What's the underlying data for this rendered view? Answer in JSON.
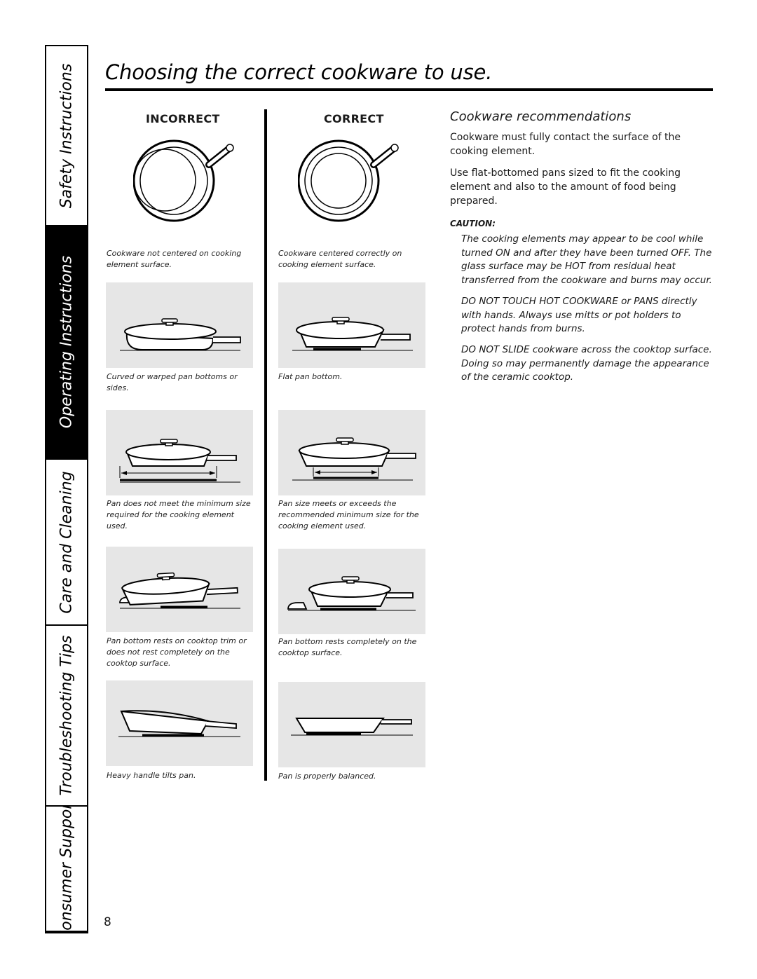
{
  "side_tabs": [
    {
      "label": "Consumer Support",
      "active": false
    },
    {
      "label": "Troubleshooting Tips",
      "active": false
    },
    {
      "label": "Care and Cleaning",
      "active": false
    },
    {
      "label": "Operating Instructions",
      "active": true
    },
    {
      "label": "Safety Instructions",
      "active": false
    }
  ],
  "title": "Choosing the correct cookware to use.",
  "columns": {
    "incorrect": "INCORRECT",
    "correct": "CORRECT"
  },
  "captions": {
    "top_incorrect": "Cookware not centered on cooking element surface.",
    "top_correct": "Cookware centered correctly on cooking element surface.",
    "row1_incorrect": "Curved or warped pan bottoms or sides.",
    "row1_correct": "Flat pan bottom.",
    "row2_incorrect": "Pan does not meet the minimum size required for the cooking element used.",
    "row2_correct": "Pan size meets or exceeds the recommended minimum size for the cooking element used.",
    "row3_incorrect": "Pan bottom rests on cooktop trim or does not rest completely on the cooktop surface.",
    "row3_correct": "Pan bottom rests completely on the cooktop surface.",
    "row4_incorrect": "Heavy handle tilts pan.",
    "row4_correct": "Pan is properly balanced."
  },
  "recommendations": {
    "title": "Cookware recommendations",
    "p1": "Cookware must fully contact the surface of the cooking element.",
    "p2": "Use flat-bottomed pans sized to fit the cooking element and also to the amount of food being prepared.",
    "caution_label": "CAUTION:",
    "caution1": "The cooking elements may appear to be cool while turned ON and after they have been turned OFF. The glass surface may be HOT from residual heat transferred from the cookware and burns may occur.",
    "caution2": "DO NOT TOUCH HOT COOKWARE or PANS directly with hands. Always use mitts or pot holders to protect hands from burns.",
    "caution3": "DO NOT SLIDE cookware across the cooktop surface. Doing so may permanently damage the appearance of the ceramic cooktop."
  },
  "page_number": "8"
}
